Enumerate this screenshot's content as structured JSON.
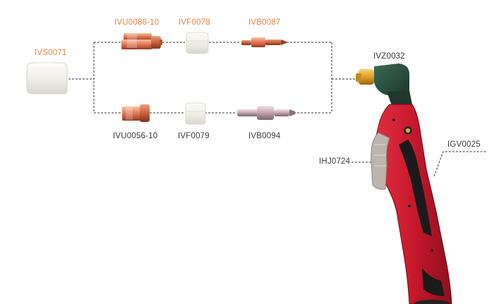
{
  "diagram": {
    "accent_color": "#e8833a",
    "text_color": "#3a3a3a",
    "torch_color": "#c8182c",
    "parts": {
      "shield_cup": {
        "code": "IVS0071",
        "icon": "ceramic-shield-cup-icon"
      },
      "nozzle_top": {
        "code": "IVU0086-10",
        "icon": "copper-nozzle-icon"
      },
      "nozzle_bottom": {
        "code": "IVU0056-10",
        "icon": "copper-nozzle-icon"
      },
      "swirl_top": {
        "code": "IVF0078",
        "icon": "swirl-ring-icon"
      },
      "swirl_bottom": {
        "code": "IVF0079",
        "icon": "swirl-ring-icon"
      },
      "electrode_top": {
        "code": "IVB0087",
        "icon": "electrode-icon"
      },
      "electrode_bottom": {
        "code": "IVB0094",
        "icon": "electrode-icon"
      },
      "torch_head": {
        "code": "IVZ0032",
        "icon": "torch-head-icon"
      },
      "trigger": {
        "code": "IHJ0724",
        "icon": "trigger-icon"
      },
      "handle": {
        "code": "IGV0025",
        "icon": "torch-handle-icon"
      }
    }
  }
}
